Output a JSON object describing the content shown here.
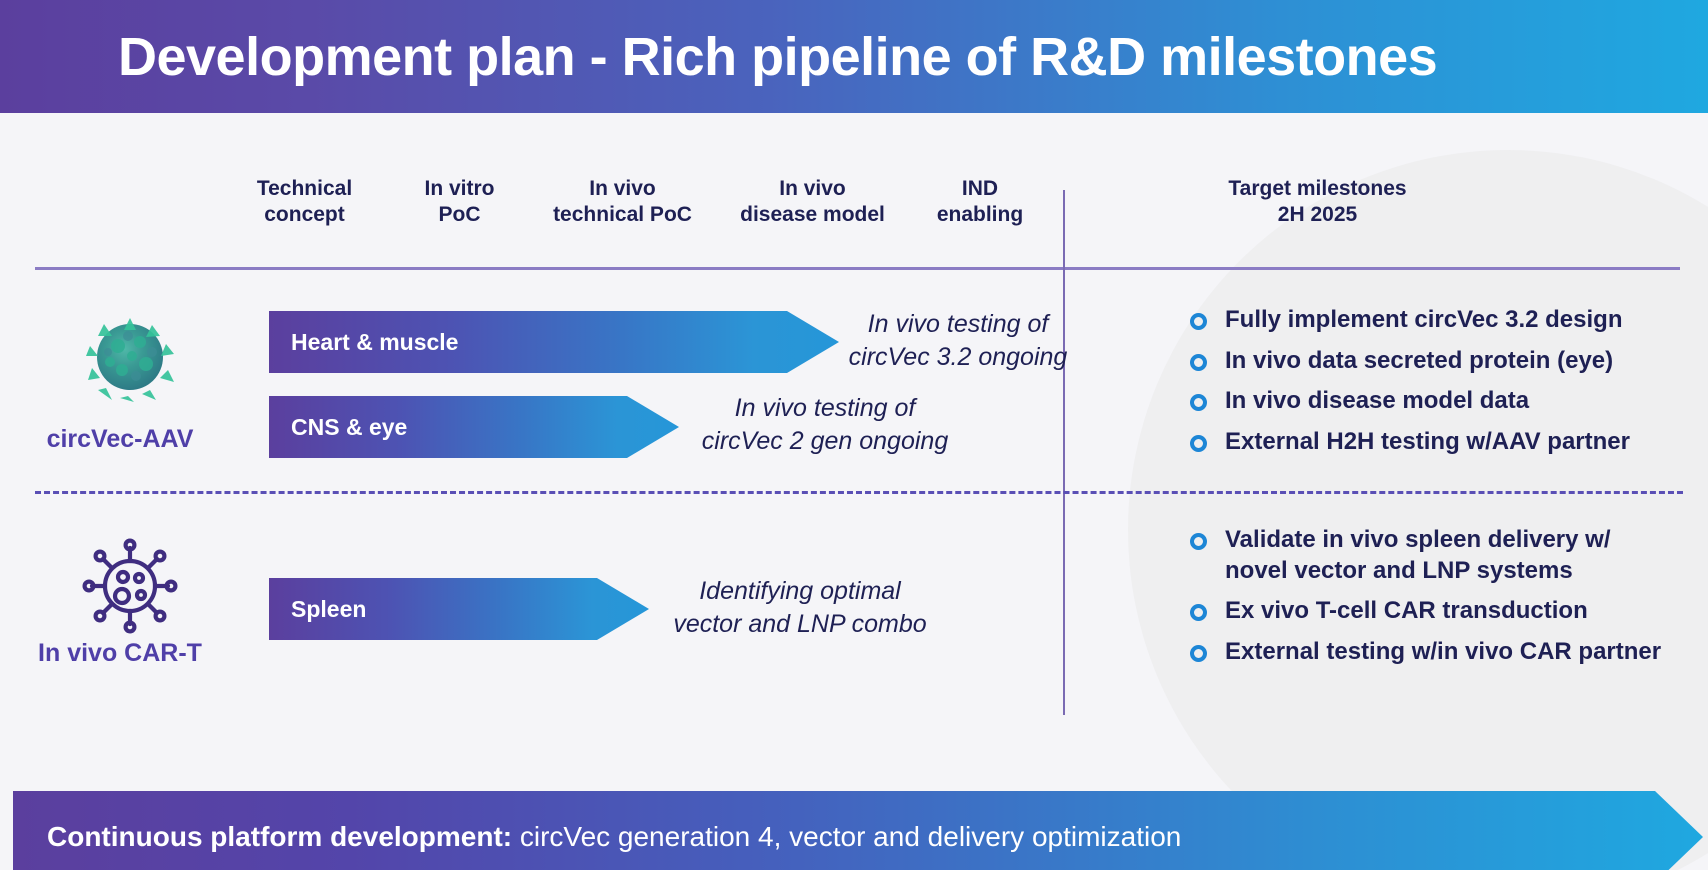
{
  "header": {
    "title": "Development plan - Rich pipeline of R&D milestones",
    "gradient_from": "#5b3f9e",
    "gradient_to": "#1fa8e0"
  },
  "columns": [
    {
      "label": "Technical\nconcept"
    },
    {
      "label": "In vitro\nPoC"
    },
    {
      "label": "In vivo\ntechnical PoC"
    },
    {
      "label": "In vivo\ndisease model"
    },
    {
      "label": "IND\nenabling"
    },
    {
      "label": "Target milestones\n2H 2025"
    }
  ],
  "rows": [
    {
      "label": "circVec-AAV",
      "icon": "aav-capsid-icon",
      "bars": [
        {
          "label": "Heart & muscle",
          "annotation": "In vivo testing of\ncircVec 3.2 ongoing"
        },
        {
          "label": "CNS & eye",
          "annotation": "In vivo testing of\ncircVec 2 gen ongoing"
        }
      ],
      "milestones": [
        "Fully implement circVec 3.2 design",
        "In vivo data secreted protein (eye)",
        "In vivo disease model data",
        "External H2H testing w/AAV partner"
      ]
    },
    {
      "label": "In vivo CAR-T",
      "icon": "virus-outline-icon",
      "bars": [
        {
          "label": "Spleen",
          "annotation": "Identifying optimal\nvector and LNP combo"
        }
      ],
      "milestones": [
        "Validate in vivo spleen delivery w/\nnovel vector and LNP systems",
        "Ex vivo T-cell CAR transduction",
        "External testing w/in vivo CAR partner"
      ]
    }
  ],
  "banner": {
    "bold": "Continuous platform development:",
    "regular": " circVec generation 4, vector and delivery optimization"
  },
  "colors": {
    "accent_purple": "#4f3fa8",
    "accent_blue": "#1d86d6",
    "text_navy": "#1e2054",
    "rule": "#8b7cc4",
    "background": "#f5f5f8"
  }
}
